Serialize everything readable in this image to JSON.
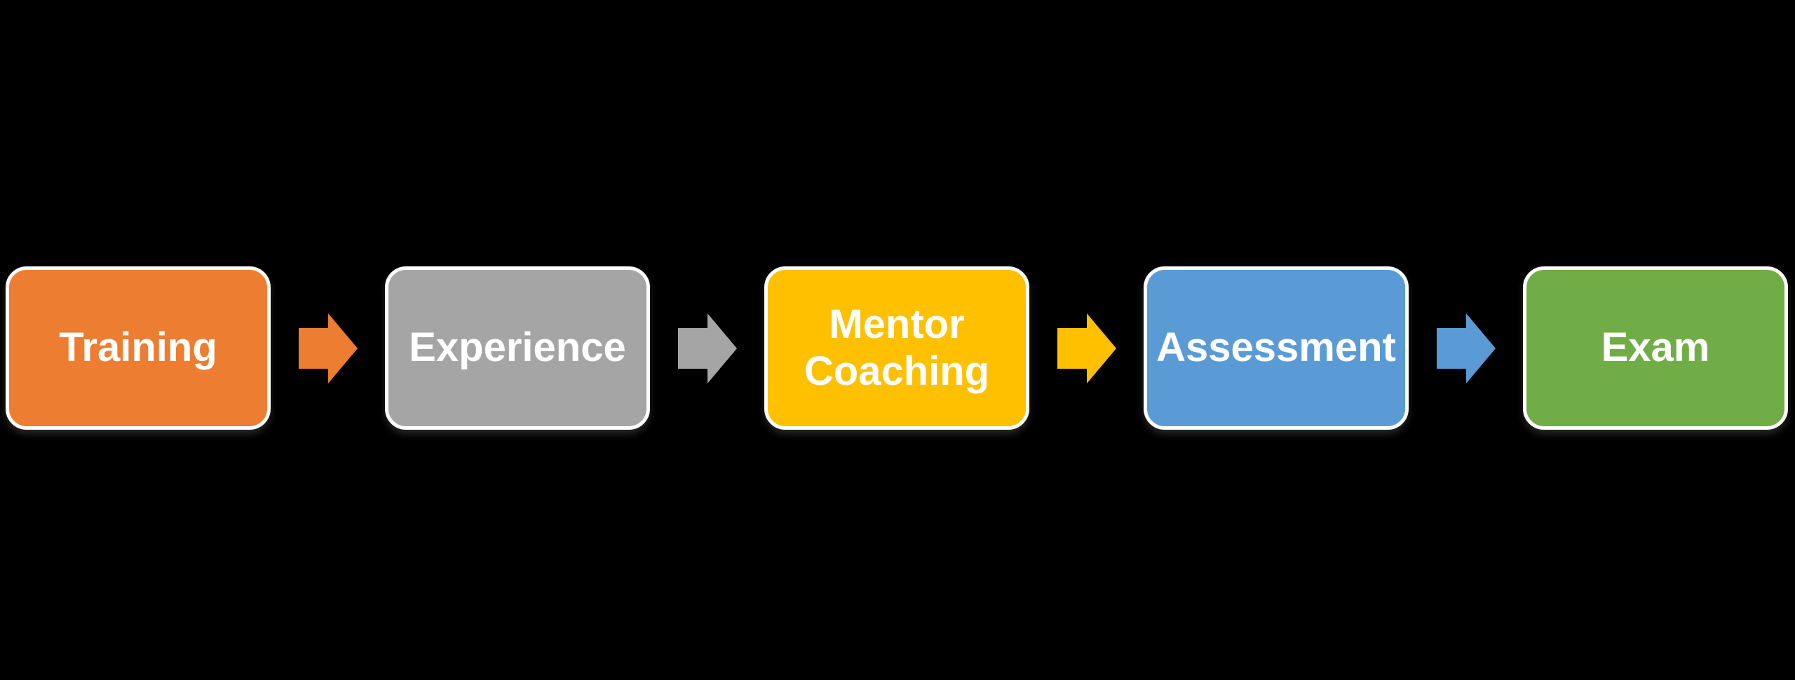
{
  "diagram": {
    "background_color": "#000000",
    "border_color": "#FFFFFF",
    "text_color": "#FFFFFF",
    "steps": [
      {
        "label": "Training",
        "color": "#ED7D31"
      },
      {
        "label": "Experience",
        "color": "#A5A5A5"
      },
      {
        "label": "Mentor Coaching",
        "color": "#FFC000"
      },
      {
        "label": "Assessment",
        "color": "#5B9BD5"
      },
      {
        "label": "Exam",
        "color": "#70AD47"
      }
    ],
    "arrows": [
      {
        "direction": "right",
        "color": "#ED7D31"
      },
      {
        "direction": "right",
        "color": "#A5A5A5"
      },
      {
        "direction": "right",
        "color": "#FFC000"
      },
      {
        "direction": "right",
        "color": "#5B9BD5"
      }
    ]
  }
}
